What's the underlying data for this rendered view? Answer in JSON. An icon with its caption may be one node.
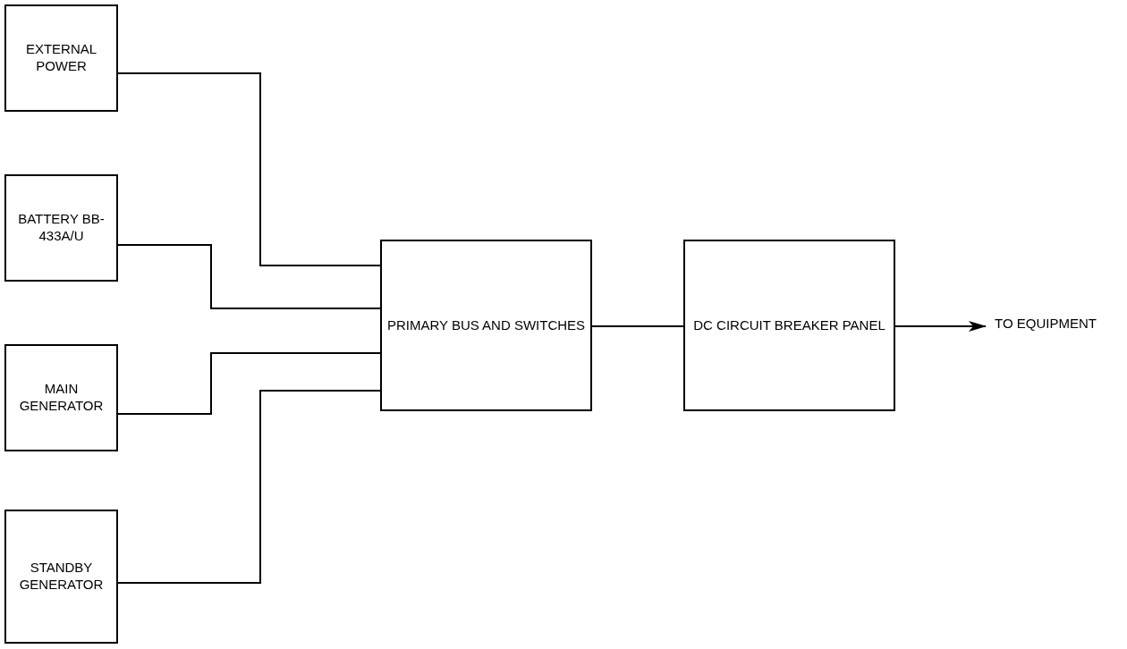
{
  "diagram": {
    "nodes": [
      {
        "text": [
          "EXTERNAL POWER"
        ]
      },
      {
        "text": [
          "BATTERY BB-433A/U"
        ]
      },
      {
        "text": [
          "MAIN GENERATOR"
        ]
      },
      {
        "text": [
          "STANDBY GENERATOR"
        ]
      },
      {
        "text": [
          "PRIMARY BUS AND SWITCHES"
        ]
      },
      {
        "text": [
          "DC CIRCUIT BREAKER PANEL"
        ]
      },
      {
        "text": [
          "TO EQUIPMENT"
        ]
      }
    ],
    "edges": [
      {
        "from": 0,
        "to": 4,
        "arrow": "none"
      },
      {
        "from": 1,
        "to": 4,
        "arrow": "none"
      },
      {
        "from": 2,
        "to": 4,
        "arrow": "none"
      },
      {
        "from": 3,
        "to": 4,
        "arrow": "none"
      },
      {
        "from": 4,
        "to": 5,
        "arrow": "none"
      },
      {
        "from": 5,
        "to": 6,
        "arrow": "to"
      }
    ]
  }
}
